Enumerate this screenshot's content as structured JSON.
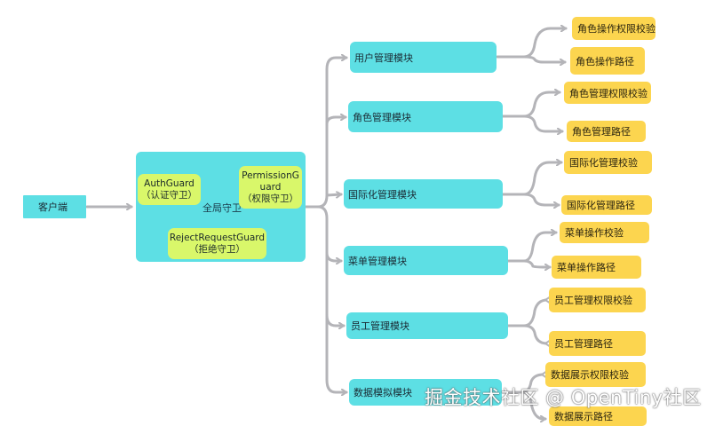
{
  "diagram": {
    "client": {
      "label": "客户端"
    },
    "global_guard": {
      "label": "全局守卫",
      "guards": [
        {
          "name": "AuthGuard",
          "desc": "（认证守卫）"
        },
        {
          "name_line1": "PermissionG",
          "name_line2": "uard",
          "desc": "（权限守卫）"
        },
        {
          "name": "RejectRequestGuard",
          "desc": "（拒绝守卫）"
        }
      ]
    },
    "modules": [
      {
        "label": "用户管理模块",
        "children": [
          "角色操作权限校验",
          "角色操作路径"
        ]
      },
      {
        "label": "角色管理模块",
        "children": [
          "角色管理权限校验",
          "角色管理路径"
        ]
      },
      {
        "label": "国际化管理模块",
        "children": [
          "国际化管理校验",
          "国际化管理路径"
        ]
      },
      {
        "label": "菜单管理模块",
        "children": [
          "菜单操作校验",
          "菜单操作路径"
        ]
      },
      {
        "label": "员工管理模块",
        "children": [
          "员工管理权限校验",
          "员工管理路径"
        ]
      },
      {
        "label": "数据模拟模块",
        "children": [
          "数据展示权限校验",
          "数据展示路径"
        ]
      }
    ],
    "colors": {
      "module": "#5ddfe4",
      "guard": "#d9f76a",
      "leaf": "#fcd54f",
      "connector": "#b4b4b8"
    }
  },
  "watermark": "掘金技术社区 @ OpenTiny社区"
}
